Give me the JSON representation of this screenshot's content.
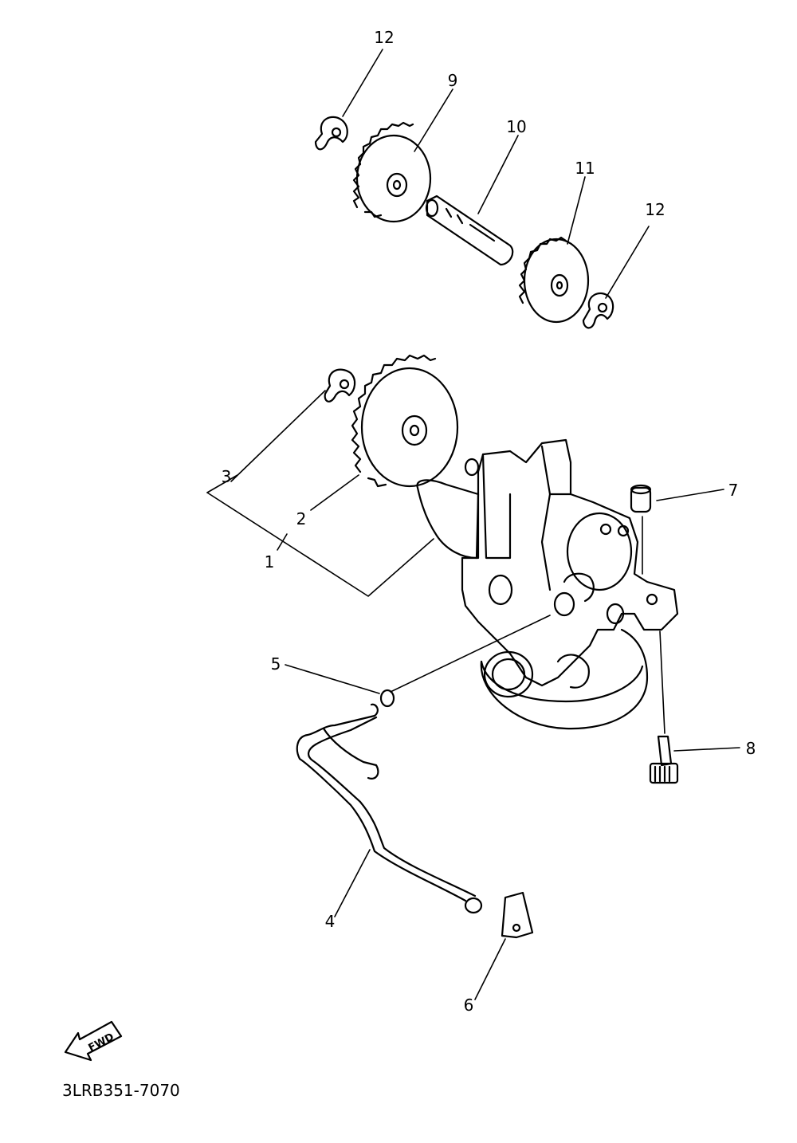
{
  "diagram": {
    "callouts": {
      "c1": "1",
      "c2": "2",
      "c3": "3",
      "c4": "4",
      "c5": "5",
      "c6": "6",
      "c7": "7",
      "c8": "8",
      "c9": "9",
      "c10": "10",
      "c11": "11",
      "c12a": "12",
      "c12b": "12"
    },
    "fwd_label": "FWD",
    "diagram_code": "3LRB351-7070"
  }
}
